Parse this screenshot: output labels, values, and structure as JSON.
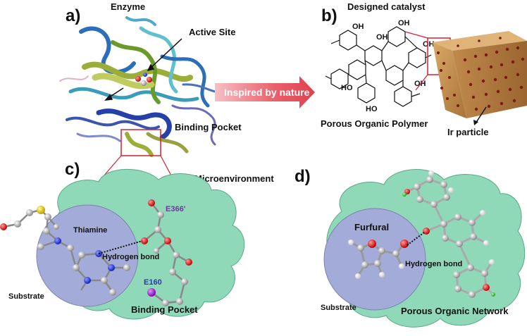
{
  "panels": {
    "a": {
      "letter": "a)",
      "title": "Enzyme",
      "active_site": "Active Site",
      "binding_pocket": "Binding Pocket"
    },
    "arrow": {
      "label": "Inspired by nature"
    },
    "b": {
      "letter": "b)",
      "title": "Designed catalyst",
      "polymer": "Porous Organic Polymer",
      "particle": "Ir particle"
    },
    "c": {
      "letter": "c)",
      "microenvironment": "Microenvironment",
      "thiamine": "Thiamine",
      "hydrogen_bond": "Hydrogen bond",
      "substrate": "Substrate",
      "binding_pocket": "Binding Pocket",
      "residue1": "E366'",
      "residue2": "E160"
    },
    "d": {
      "letter": "d)",
      "furfural": "Furfural",
      "hydrogen_bond": "Hydrogen bond",
      "substrate": "Substrate",
      "network": "Porous Organic Network"
    }
  },
  "colors": {
    "pocket_green": "#8fd9b8",
    "substrate_blue": "#a3acd8",
    "arrow_red": "#e8606a",
    "cube_gold": "#c99a5a",
    "residue_purple": "#7b2fa8"
  }
}
